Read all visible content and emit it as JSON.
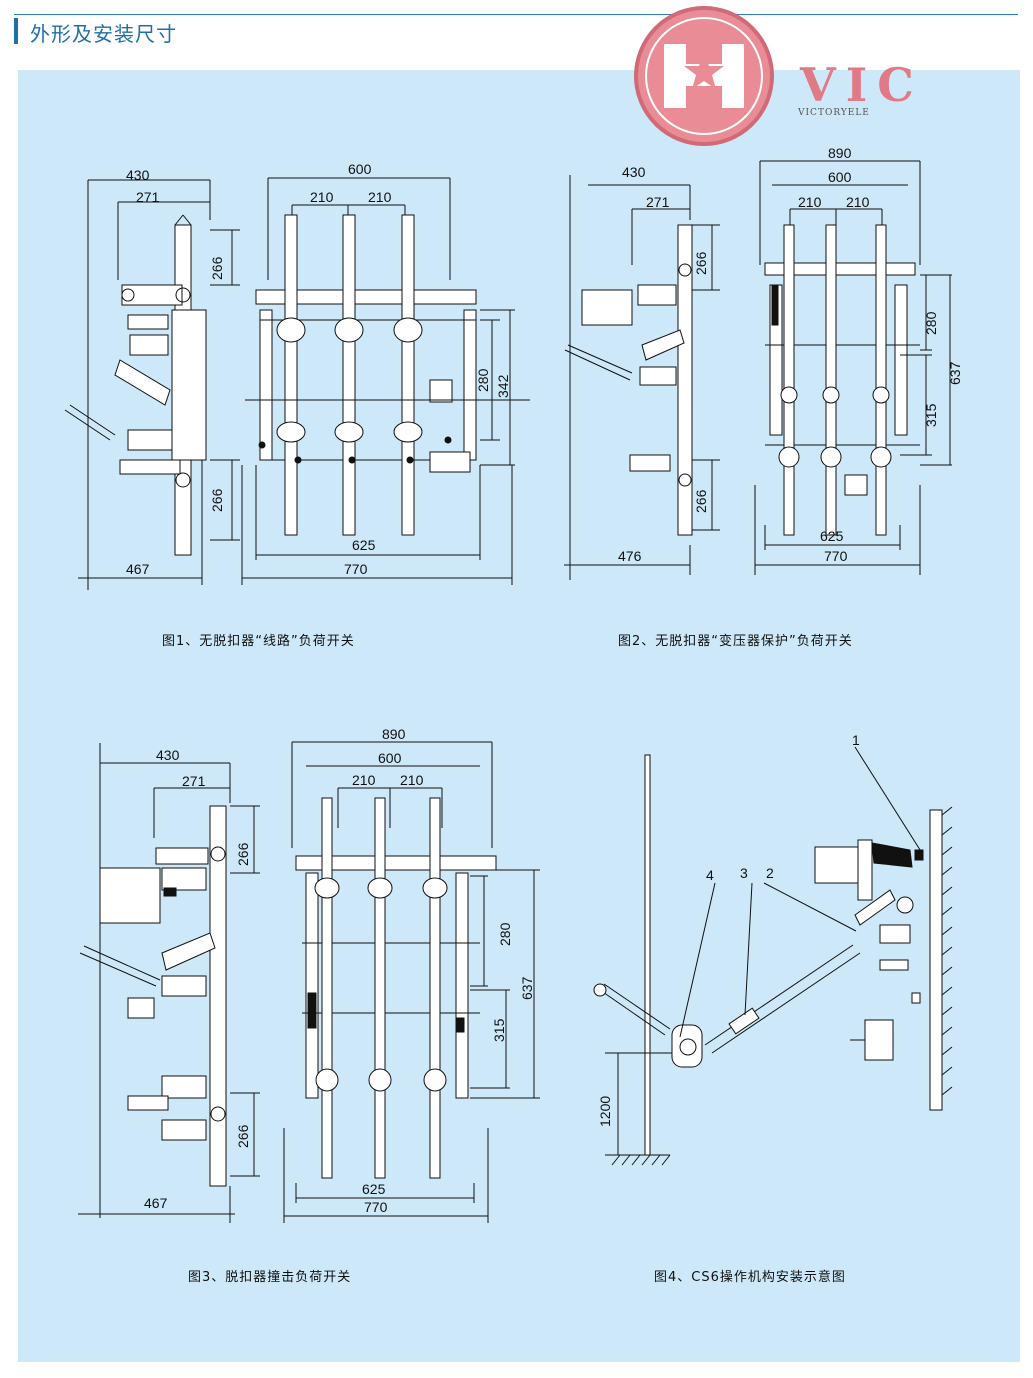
{
  "header": {
    "title": "外形及安装尺寸"
  },
  "logo": {
    "text": "VIC",
    "subtext": "VICTORYELE"
  },
  "figures": [
    {
      "caption": "图1、无脱扣器“线路”负荷开关",
      "dims": {
        "a": "430",
        "b": "271",
        "c": "266",
        "d": "266",
        "e": "467",
        "f": "600",
        "g": "210",
        "h": "210",
        "i": "280",
        "j": "342",
        "k": "625",
        "l": "770"
      }
    },
    {
      "caption": "图2、无脱扣器“变压器保护”负荷开关",
      "dims": {
        "a": "430",
        "b": "271",
        "c": "266",
        "d": "266",
        "e": "476",
        "f": "890",
        "g": "600",
        "h": "210",
        "i": "210",
        "j": "280",
        "k": "637",
        "l": "315",
        "m": "625",
        "n": "770"
      }
    },
    {
      "caption": "图3、脱扣器撞击负荷开关",
      "dims": {
        "a": "430",
        "b": "271",
        "c": "266",
        "d": "266",
        "e": "467",
        "f": "890",
        "g": "600",
        "h": "210",
        "i": "210",
        "j": "280",
        "k": "637",
        "l": "315",
        "m": "625",
        "n": "770"
      }
    },
    {
      "caption": "图4、CS6操作机构安装示意图",
      "dims": {
        "h": "1200"
      },
      "callouts": [
        "1",
        "2",
        "3",
        "4"
      ]
    }
  ]
}
